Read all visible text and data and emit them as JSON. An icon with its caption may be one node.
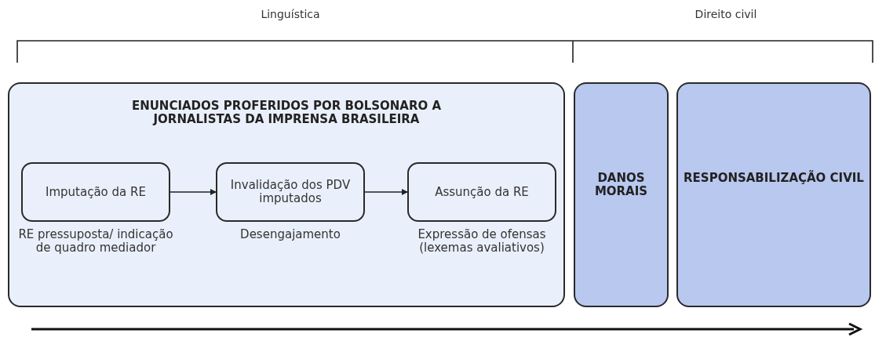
{
  "diagram": {
    "nodes": [
      {
        "text": [
          "ENUNCIADOS PROFERIDOS POR BOLSONARO A JORNALISTAS DA IMPRENSA BRASILEIRA"
        ]
      },
      {
        "text": [
          "Imputação da RE"
        ],
        "in": 0,
        "beside": [
          "RE pressuposta/ indicação de quadro mediador"
        ]
      },
      {
        "text": [
          "Invalidação dos PDV imputados"
        ],
        "in": 0,
        "beside": [
          "Desengajamento"
        ]
      },
      {
        "text": [
          "Assunção da RE"
        ],
        "in": 0,
        "beside": [
          "Expressão de ofensas (lexemas avaliativos)"
        ]
      },
      {
        "text": [
          "DANOS MORAIS"
        ]
      },
      {
        "text": [
          "RESPONSABILIZAÇÃO CIVIL"
        ]
      }
    ],
    "edges": [
      {
        "from": 1,
        "to": 2,
        "arrow": "to"
      },
      {
        "from": 2,
        "to": 3,
        "arrow": "to"
      }
    ],
    "labels": [
      "Linguística",
      "Direito civil"
    ]
  }
}
